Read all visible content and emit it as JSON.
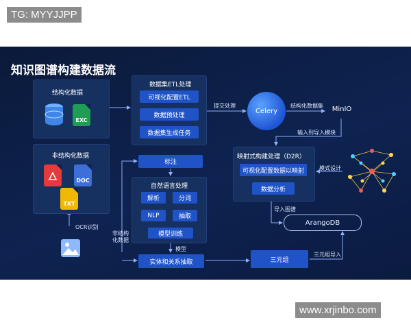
{
  "watermarks": {
    "top": "TG: MYYJJPP",
    "bottom": "www.xrjinbo.com"
  },
  "title": "知识图谱构建数据流",
  "structured": {
    "header": "结构化数据",
    "excel_label": "EXC"
  },
  "unstructured": {
    "header": "非结构化数据",
    "pdf_label": "",
    "doc_label": "DOC",
    "txt_label": "TXT",
    "ocr_label": "OCR识别"
  },
  "etl": {
    "header": "数据集ETL处理",
    "items": [
      "可视化配置ETL",
      "数据预处理",
      "数据集生成任务"
    ]
  },
  "annotate": "标注",
  "nlp": {
    "header": "自然语言处理",
    "items": [
      "解析",
      "分词",
      "NLP",
      "抽取"
    ],
    "model_training": "模型训练"
  },
  "extract": "实体和关系抽取",
  "triple": "三元组",
  "celery": "Celery",
  "minio": "MinIO",
  "d2r": {
    "header": "映射式构建处理（D2R）",
    "items": [
      "可视化配置数据以映射",
      "数据分析"
    ]
  },
  "arango": "ArangoDB",
  "edge_labels": {
    "submit": "提交处理",
    "structured_set": "结构化数据集",
    "import_module": "输入到导入模块",
    "schema_design": "模式设计",
    "import_graph": "导入图谱",
    "triple_import": "三元组导入",
    "model": "模型",
    "unstructured_data": "非结构化数据"
  },
  "colors": {
    "background": "#0e2351",
    "button": "#1f53c7",
    "panel": "#16305f",
    "accent": "#4d8df7"
  }
}
